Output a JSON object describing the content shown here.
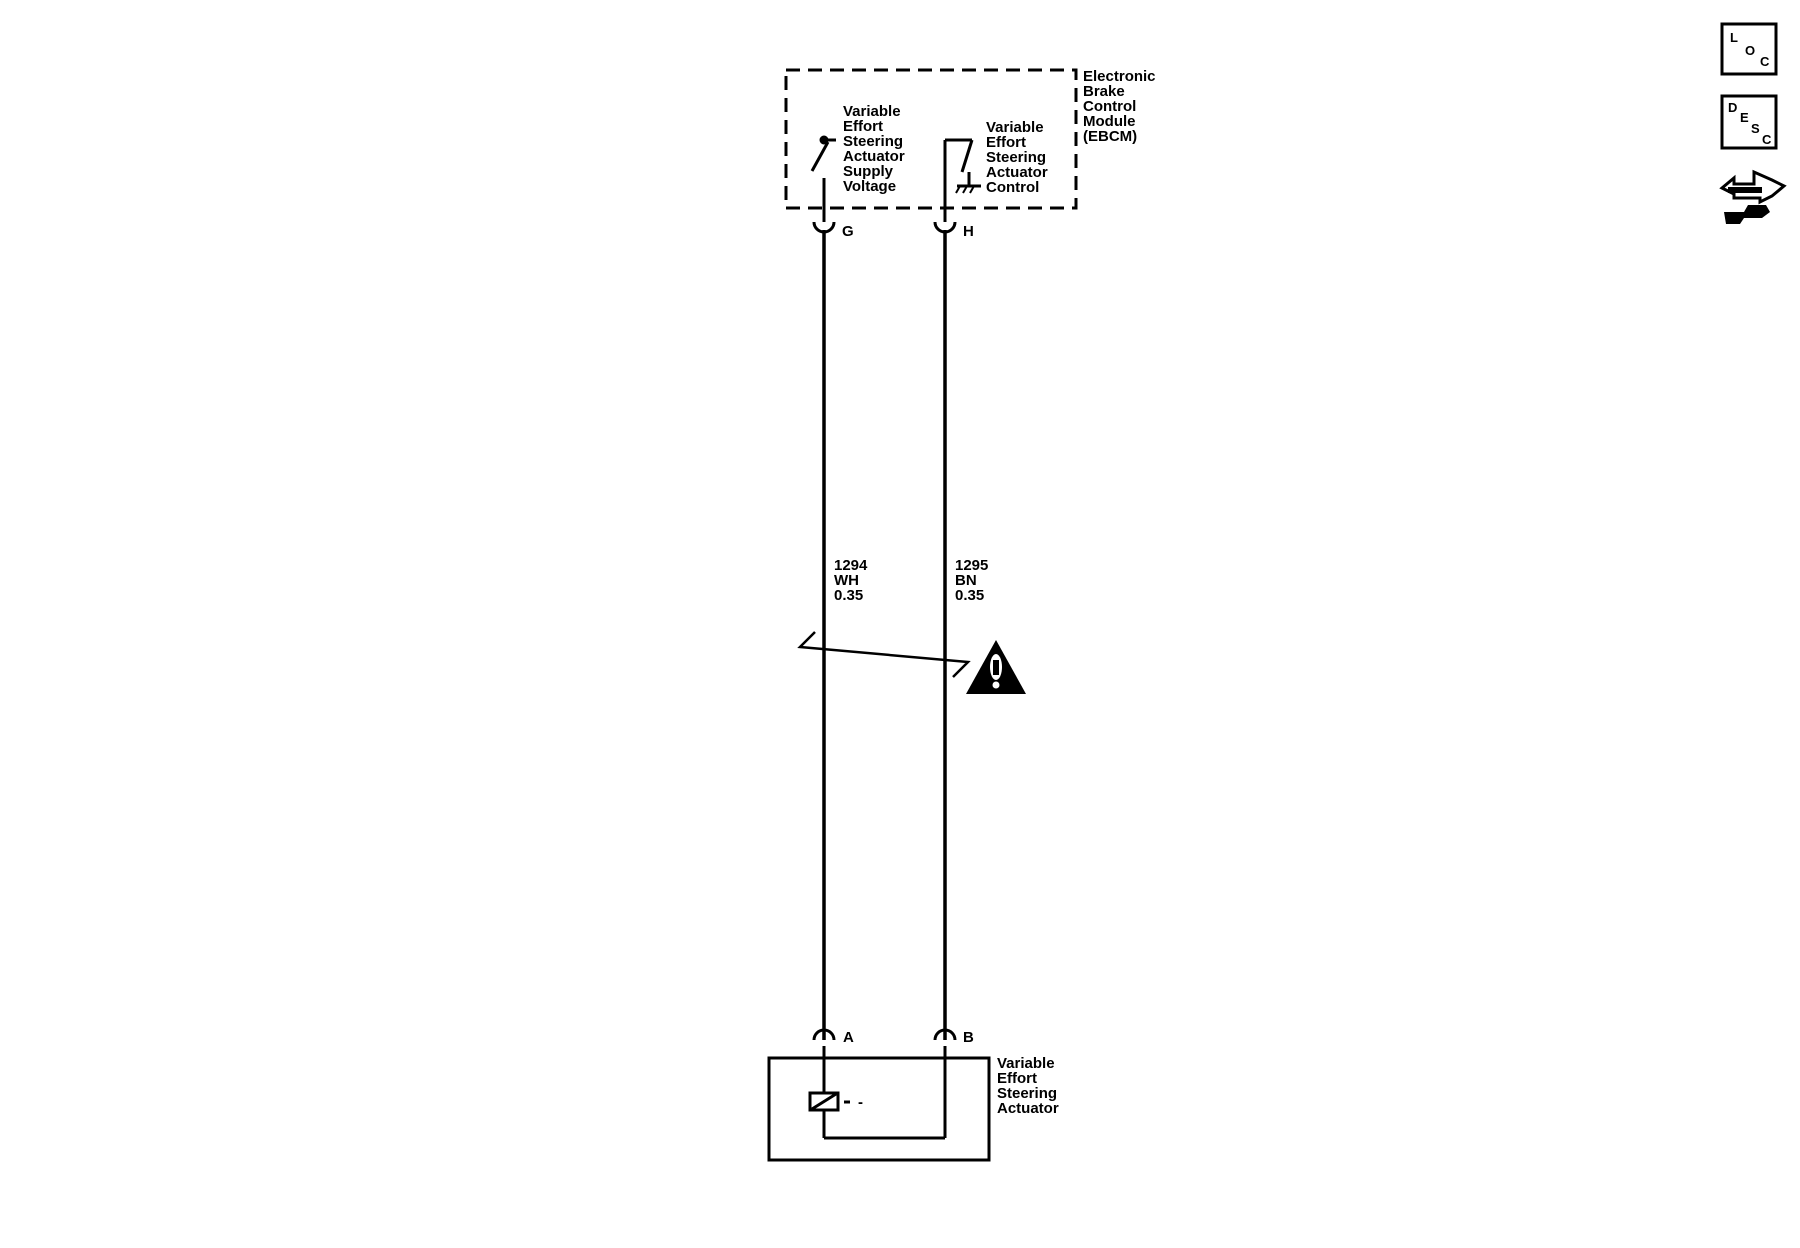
{
  "module": {
    "name_lines": [
      "Electronic",
      "Brake",
      "Control",
      "Module",
      "(EBCM)"
    ],
    "supply_label_lines": [
      "Variable",
      "Effort",
      "Steering",
      "Actuator",
      "Supply",
      "Voltage"
    ],
    "control_label_lines": [
      "Variable",
      "Effort",
      "Steering",
      "Actuator",
      "Control"
    ],
    "pin_supply": "G",
    "pin_control": "H"
  },
  "wires": [
    {
      "circuit": "1294",
      "color": "WH",
      "gauge": "0.35"
    },
    {
      "circuit": "1295",
      "color": "BN",
      "gauge": "0.35"
    }
  ],
  "actuator": {
    "name_lines": [
      "Variable",
      "Effort",
      "Steering",
      "Actuator"
    ],
    "pin_a": "A",
    "pin_b": "B",
    "coil_mark": "-"
  },
  "side_icons": [
    {
      "icon": "loc-icon",
      "letters": [
        "L",
        "O",
        "C"
      ]
    },
    {
      "icon": "desc-icon",
      "letters": [
        "D",
        "E",
        "S",
        "C"
      ]
    },
    {
      "icon": "connector-icon"
    }
  ]
}
